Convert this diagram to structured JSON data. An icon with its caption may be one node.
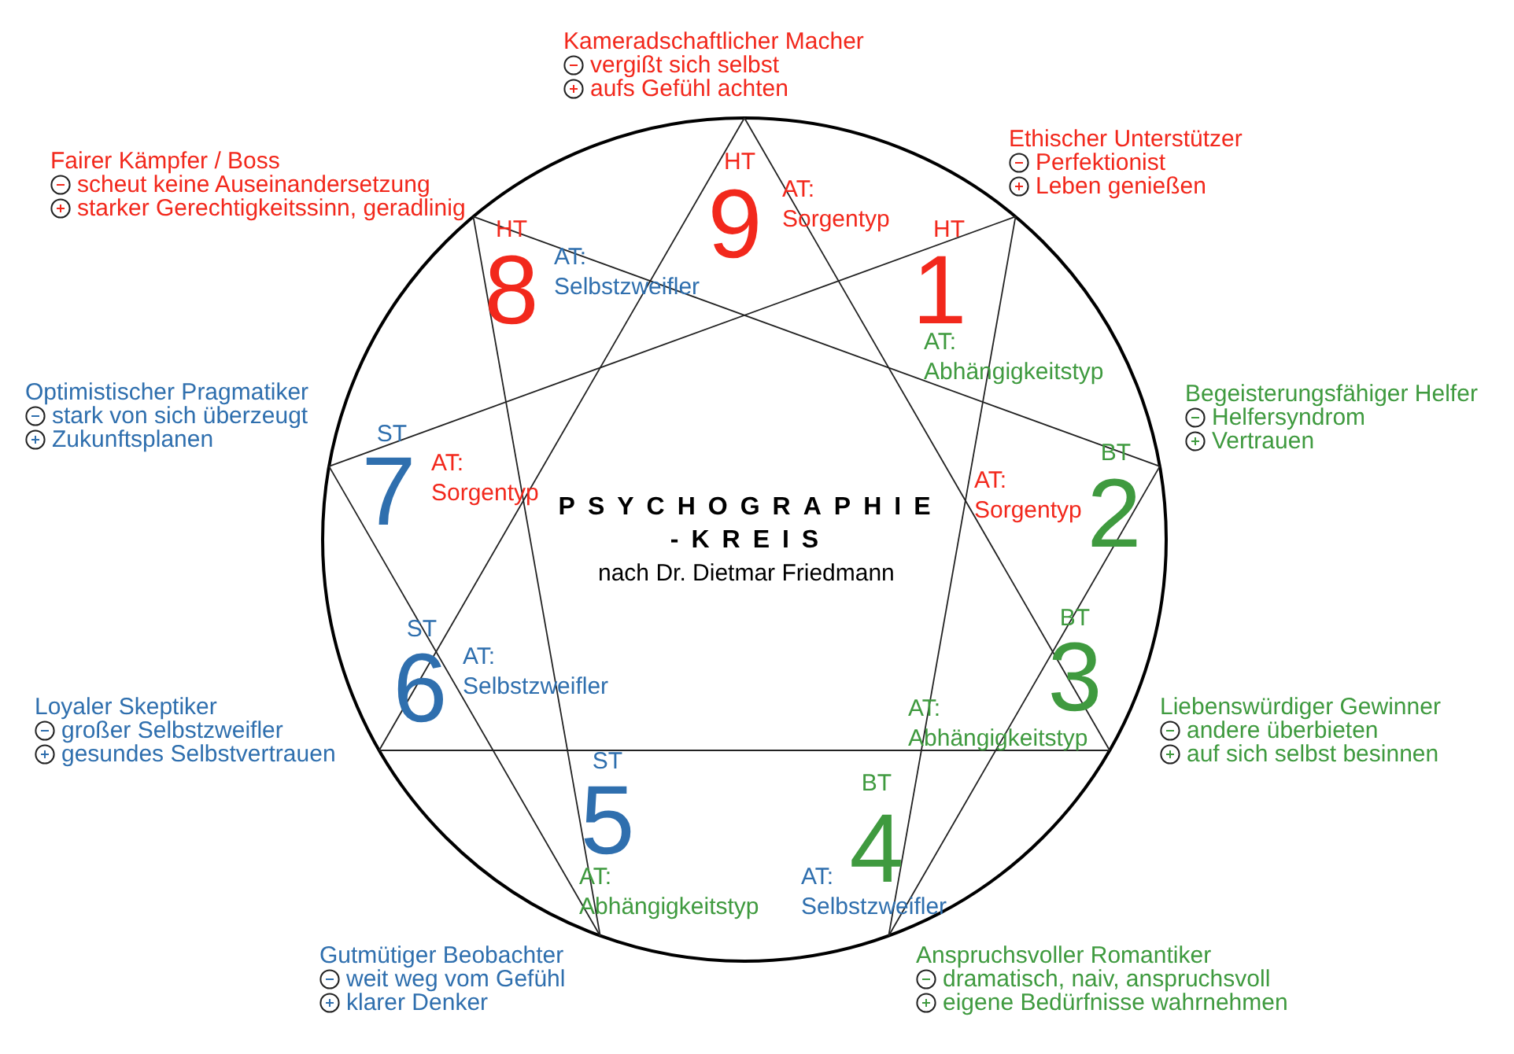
{
  "diagram": {
    "title": "PSYCHOGRAPHIE -KREIS",
    "nodes": [
      {
        "text": [
          "9"
        ],
        "beside": [
          "HT",
          "AT: Sorgentyp",
          "Kameradschaftlicher Macher",
          "vergißt sich selbst",
          "aufs Gefühl achten"
        ]
      },
      {
        "text": [
          "8"
        ],
        "beside": [
          "HT",
          "AT: Selbstzweifler",
          "Fairer Kämpfer / Boss",
          "scheut keine Auseinandersetzung",
          "starker Gerechtigkeitssinn, geradlinig"
        ]
      },
      {
        "text": [
          "1"
        ],
        "beside": [
          "HT",
          "AT: Abhängigkeitstyp",
          "Ethischer Unterstützer",
          "Perfektionist",
          "Leben genießen"
        ]
      },
      {
        "text": [
          "7"
        ],
        "beside": [
          "ST",
          "AT: Sorgentyp",
          "Optimistischer Pragmatiker",
          "stark von sich überzeugt",
          "Zukunftsplanen"
        ]
      },
      {
        "text": [
          "2"
        ],
        "beside": [
          "BT",
          "AT: Sorgentyp",
          "Begeisterungsfähiger Helfer",
          "Helfersyndrom",
          "Vertrauen"
        ]
      },
      {
        "text": [
          "6"
        ],
        "beside": [
          "ST",
          "AT: Selbstzweifler",
          "Loyaler Skeptiker",
          "großer Selbstzweifler",
          "gesundes Selbstvertrauen"
        ]
      },
      {
        "text": [
          "3"
        ],
        "beside": [
          "BT",
          "AT: Abhängigkeitstyp",
          "Liebenswürdiger Gewinner",
          "andere überbieten",
          "auf sich selbst besinnen"
        ]
      },
      {
        "text": [
          "5"
        ],
        "beside": [
          "ST",
          "AT: Abhängigkeitstyp",
          "Gutmütiger Beobachter",
          "weit weg vom Gefühl",
          "klarer Denker"
        ]
      },
      {
        "text": [
          "4"
        ],
        "beside": [
          "BT",
          "AT: Selbstzweifler",
          "Anspruchsvoller Romantiker",
          "dramatisch, naiv, anspruchsvoll",
          "eigene Bedürfnisse wahrnehmen"
        ]
      }
    ],
    "edges": [
      {
        "from": 0,
        "to": 6,
        "arrow": "none"
      },
      {
        "from": 0,
        "to": 5,
        "arrow": "none"
      },
      {
        "from": 5,
        "to": 6,
        "arrow": "none"
      },
      {
        "from": 2,
        "to": 8,
        "arrow": "none"
      },
      {
        "from": 2,
        "to": 3,
        "arrow": "none"
      },
      {
        "from": 4,
        "to": 8,
        "arrow": "none"
      },
      {
        "from": 4,
        "to": 1,
        "arrow": "none"
      },
      {
        "from": 1,
        "to": 7,
        "arrow": "none"
      },
      {
        "from": 7,
        "to": 3,
        "arrow": "none"
      }
    ],
    "labels": [
      "nach Dr. Dietmar Friedmann"
    ]
  }
}
